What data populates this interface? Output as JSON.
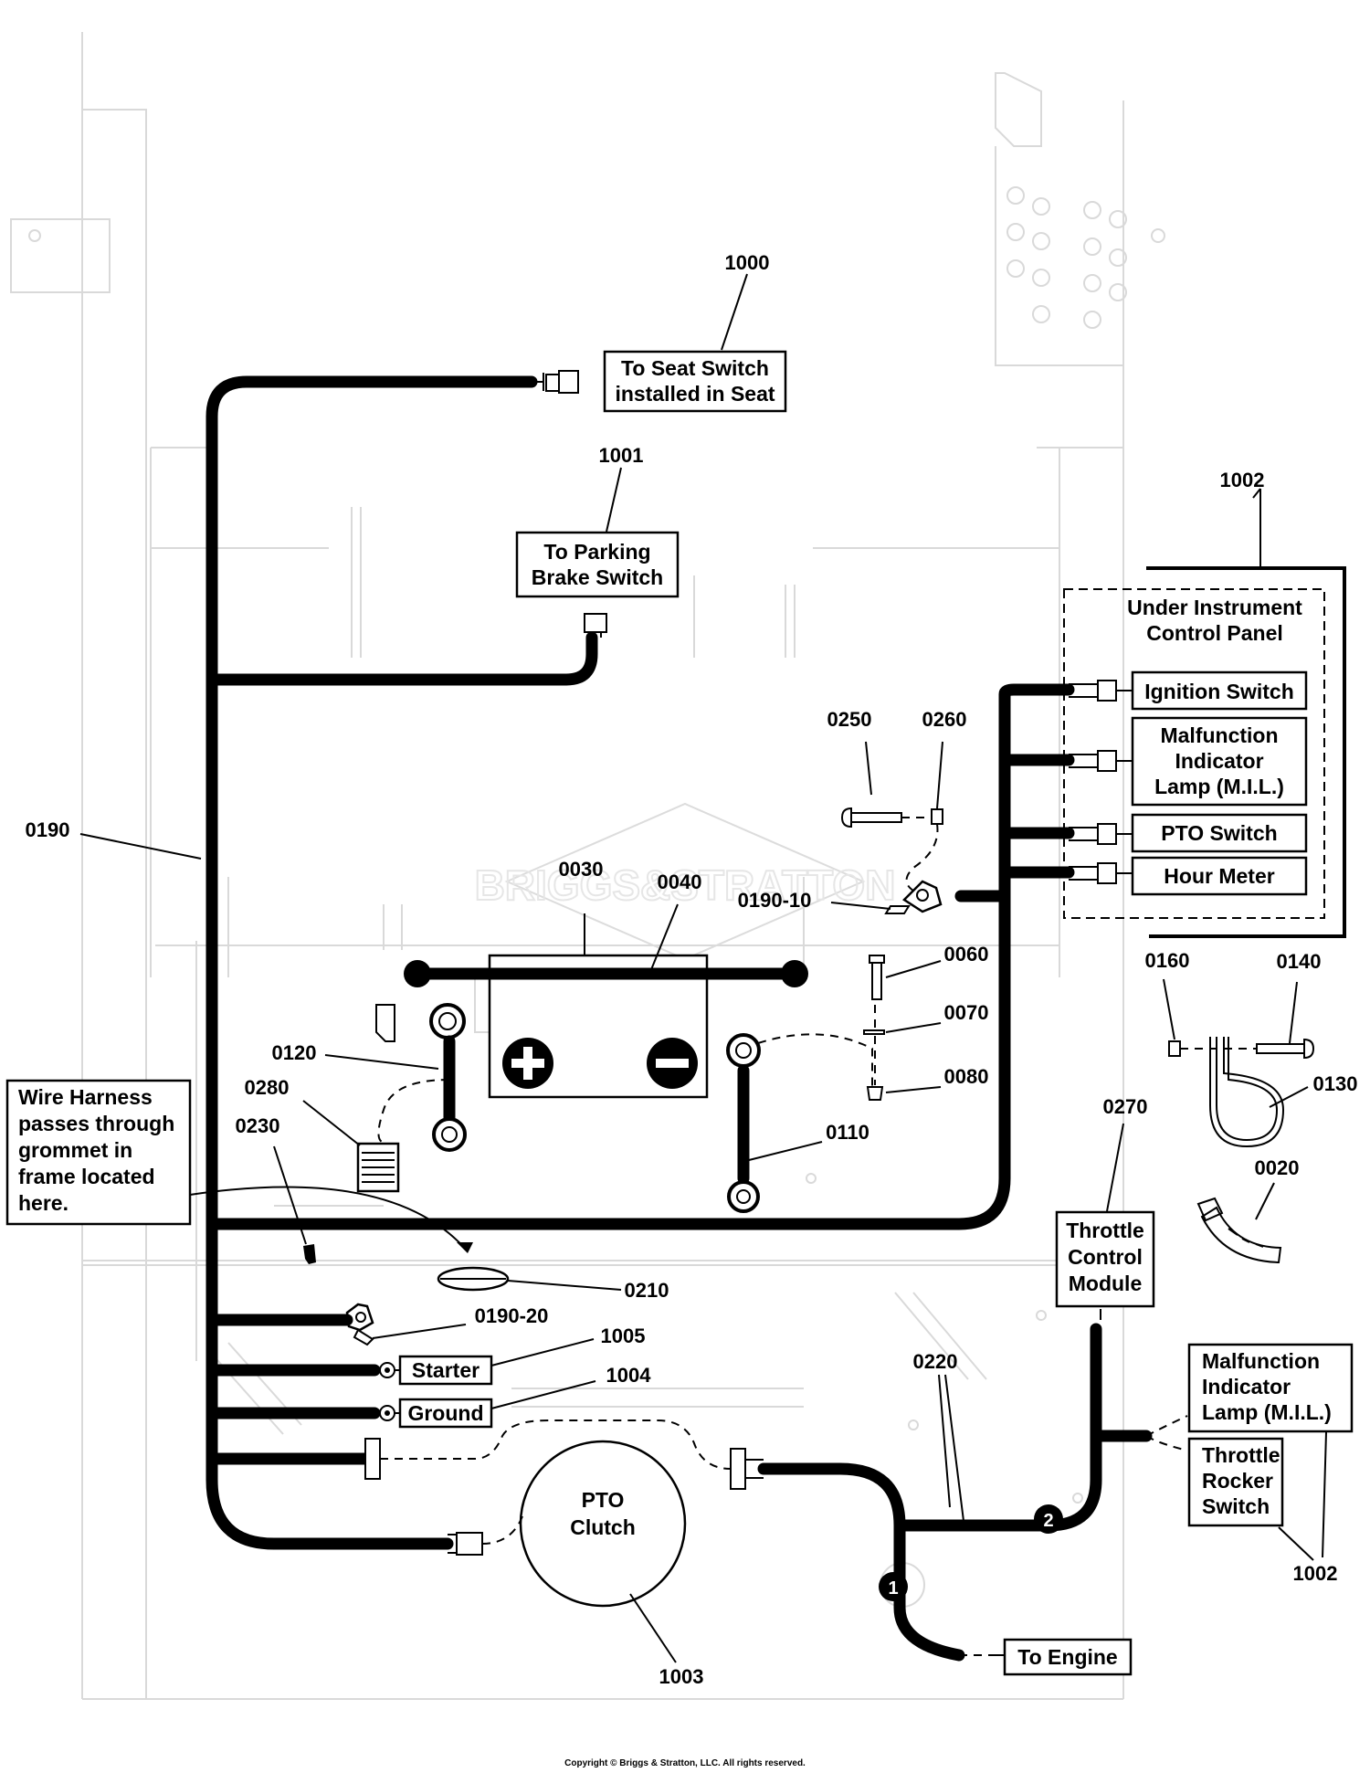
{
  "watermark": "BRIGGS&STRATTON",
  "copyright": "Copyright © Briggs & Stratton, LLC. All rights reserved.",
  "callouts": {
    "c1000": "1000",
    "c1001": "1001",
    "c1002a": "1002",
    "c1002b": "1002",
    "c1003": "1003",
    "c1004": "1004",
    "c1005": "1005",
    "c0190": "0190",
    "c0250": "0250",
    "c0260": "0260",
    "c0030": "0030",
    "c0040": "0040",
    "c0190_10": "0190-10",
    "c0060": "0060",
    "c0070": "0070",
    "c0080": "0080",
    "c0160": "0160",
    "c0140": "0140",
    "c0130": "0130",
    "c0120": "0120",
    "c0280": "0280",
    "c0230": "0230",
    "c0110": "0110",
    "c0270": "0270",
    "c0020": "0020",
    "c0210": "0210",
    "c0190_20": "0190-20",
    "c0220": "0220",
    "marker1": "1",
    "marker2": "2"
  },
  "labels": {
    "seat_switch": [
      "To Seat Switch",
      "installed in Seat"
    ],
    "parking_brake": [
      "To Parking",
      "Brake Switch"
    ],
    "panel_title": [
      "Under Instrument",
      "Control Panel"
    ],
    "ignition": "Ignition Switch",
    "mil_panel": [
      "Malfunction",
      "Indicator",
      "Lamp (M.I.L.)"
    ],
    "pto_switch": "PTO Switch",
    "hour_meter": "Hour Meter",
    "wire_harness_note": [
      "Wire Harness",
      "passes through",
      "grommet in",
      "frame located",
      "here."
    ],
    "starter": "Starter",
    "ground": "Ground",
    "pto_clutch": [
      "PTO",
      "Clutch"
    ],
    "throttle_module": [
      "Throttle",
      "Control",
      "Module"
    ],
    "mil_lower": [
      "Malfunction",
      "Indicator",
      "Lamp (M.I.L.)"
    ],
    "throttle_rocker": [
      "Throttle",
      "Rocker",
      "Switch"
    ],
    "to_engine": "To Engine"
  }
}
